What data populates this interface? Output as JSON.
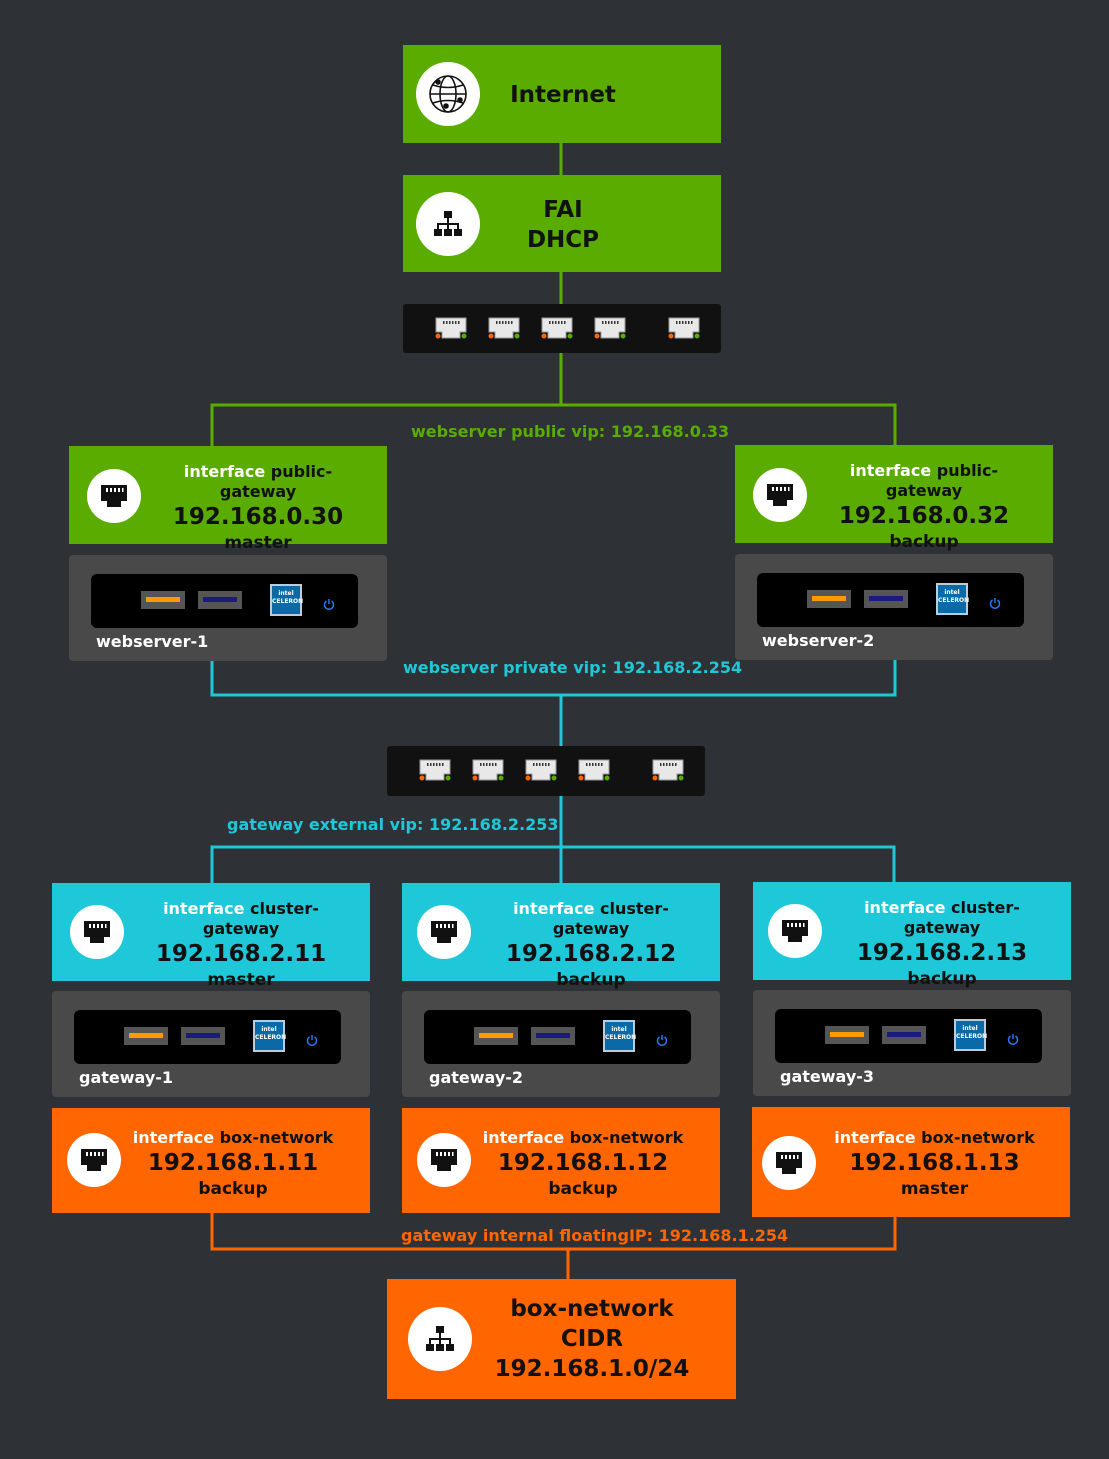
{
  "colors": {
    "background": "#2e3236",
    "green": "#5aac00",
    "cyan": "#1fc8d8",
    "orange": "#ff6600",
    "server": "#494949"
  },
  "internet": {
    "label": "Internet",
    "icon": "globe-icon"
  },
  "fai": {
    "line1": "FAI",
    "line2": "DHCP",
    "icon": "network-tree-icon"
  },
  "webservers": {
    "public_vip": "webserver public vip: 192.168.0.33",
    "private_vip": "webserver private vip: 192.168.2.254",
    "nodes": [
      {
        "kw": "interface",
        "iface": "public-gateway",
        "ip": "192.168.0.30",
        "role": "master",
        "name": "webserver-1"
      },
      {
        "kw": "interface",
        "iface": "public-gateway",
        "ip": "192.168.0.32",
        "role": "backup",
        "name": "webserver-2"
      }
    ]
  },
  "gateways": {
    "external_vip": "gateway external vip: 192.168.2.253",
    "internal_vip": "gateway internal floatingIP: 192.168.1.254",
    "nodes": [
      {
        "kw": "interface",
        "iface": "cluster-gateway",
        "ip": "192.168.2.11",
        "role": "master",
        "name": "gateway-1",
        "box_kw": "interface",
        "box_iface": "box-network",
        "box_ip": "192.168.1.11",
        "box_role": "backup"
      },
      {
        "kw": "interface",
        "iface": "cluster-gateway",
        "ip": "192.168.2.12",
        "role": "backup",
        "name": "gateway-2",
        "box_kw": "interface",
        "box_iface": "box-network",
        "box_ip": "192.168.1.12",
        "box_role": "backup"
      },
      {
        "kw": "interface",
        "iface": "cluster-gateway",
        "ip": "192.168.2.13",
        "role": "backup",
        "name": "gateway-3",
        "box_kw": "interface",
        "box_iface": "box-network",
        "box_ip": "192.168.1.13",
        "box_role": "master"
      }
    ]
  },
  "box_network": {
    "line1": "box-network",
    "line2": "CIDR",
    "line3": "192.168.1.0/24",
    "icon": "network-tree-icon"
  },
  "chip_label": "intel CELERON",
  "icons": {
    "ethernet": "ethernet-port-icon",
    "power": "power-icon"
  }
}
